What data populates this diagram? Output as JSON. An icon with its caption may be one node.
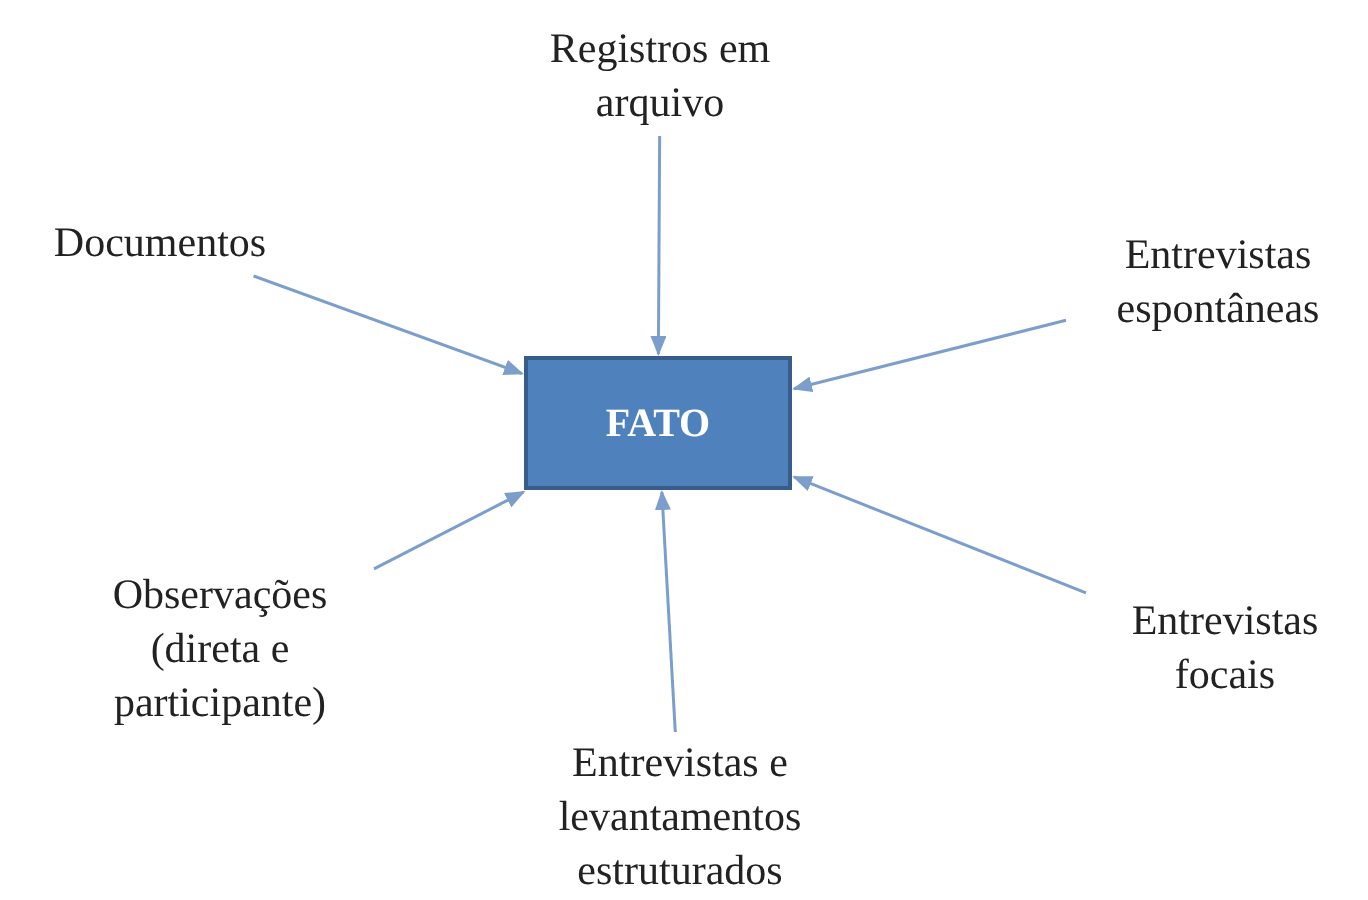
{
  "diagram": {
    "nodes": [
      {
        "text": [
          "Registros em arquivo"
        ]
      },
      {
        "text": [
          "Documentos"
        ]
      },
      {
        "text": [
          "Entrevistas espontâneas"
        ]
      },
      {
        "text": [
          "FATO"
        ]
      },
      {
        "text": [
          "Observações (direta e participante)"
        ]
      },
      {
        "text": [
          "Entrevistas focais"
        ]
      },
      {
        "text": [
          "Entrevistas e levantamentos estruturados"
        ]
      }
    ],
    "edges": [
      {
        "from": 0,
        "to": 3,
        "arrow": "to"
      },
      {
        "from": 1,
        "to": 3,
        "arrow": "to"
      },
      {
        "from": 2,
        "to": 3,
        "arrow": "to"
      },
      {
        "from": 4,
        "to": 3,
        "arrow": "to"
      },
      {
        "from": 5,
        "to": 3,
        "arrow": "to"
      },
      {
        "from": 6,
        "to": 3,
        "arrow": "to"
      }
    ]
  }
}
